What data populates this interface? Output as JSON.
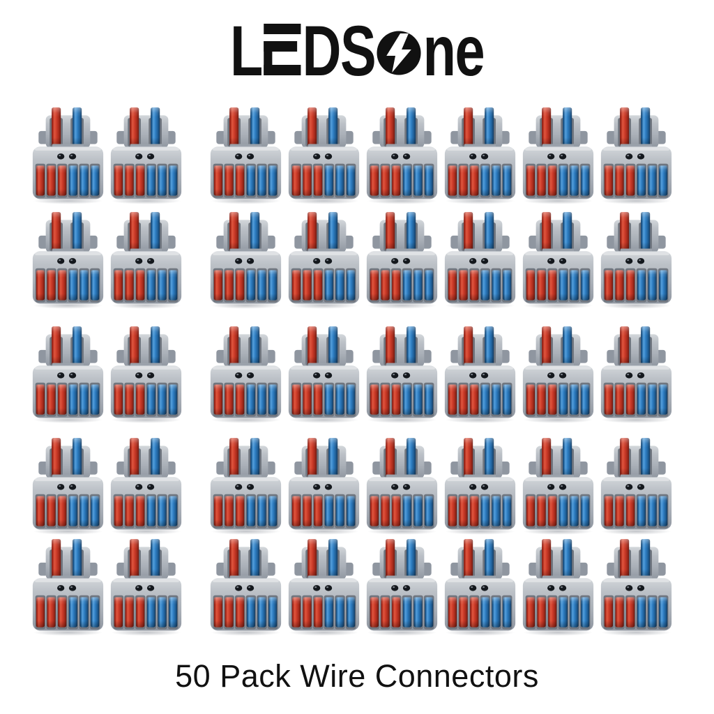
{
  "brand": {
    "name": "LEDSone",
    "logo": {
      "l": "L",
      "e": "E",
      "ds": "DS",
      "ne": "ne",
      "symbol": "lightning-bolt-circle-icon",
      "color": "#111111"
    }
  },
  "caption": {
    "text": "50 Pack Wire Connectors"
  },
  "product_grid": {
    "rows": 5,
    "connectors_per_row": 8,
    "row_groups": [
      2,
      6
    ],
    "total_connectors_shown": 40,
    "connector": {
      "type": "2-in 6-out compact lever wire connector",
      "input_levers": [
        "red",
        "blue"
      ],
      "output_levers": [
        "red",
        "red",
        "red",
        "blue",
        "blue",
        "blue"
      ],
      "test_holes": 2,
      "colors": {
        "body_gray": "#b2b8bf",
        "lever_red": "#c8362a",
        "lever_blue": "#2b77b8",
        "test_hole": "#14181d",
        "background": "#ffffff"
      }
    }
  }
}
